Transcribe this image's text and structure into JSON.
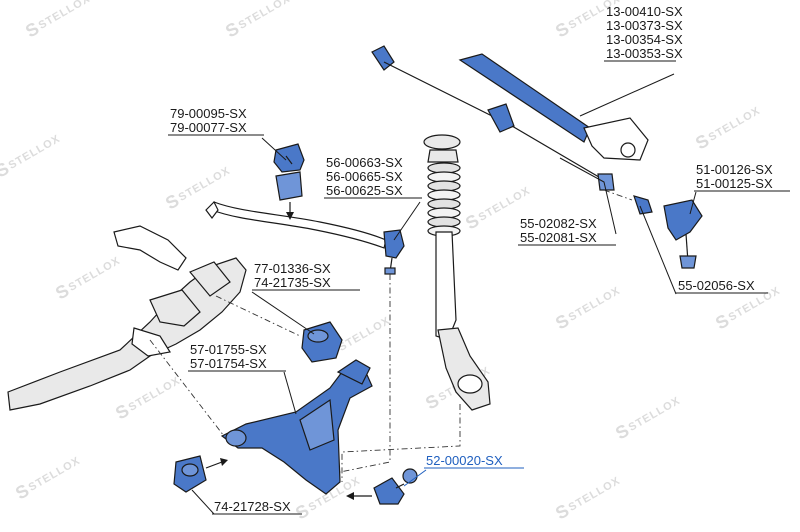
{
  "watermark": {
    "text": "STELLOX",
    "logo_letter": "S"
  },
  "callouts": [
    {
      "id": "tie-rod-end-right",
      "lines": [
        "13-00410-SX",
        "13-00373-SX",
        "13-00354-SX",
        "13-00353-SX"
      ]
    },
    {
      "id": "stabilizer-bushing",
      "lines": [
        "79-00095-SX",
        "79-00077-SX"
      ]
    },
    {
      "id": "stabilizer-link",
      "lines": [
        "56-00663-SX",
        "56-00665-SX",
        "56-00625-SX"
      ]
    },
    {
      "id": "tie-rod-end-outer",
      "lines": [
        "51-00126-SX",
        "51-00125-SX"
      ]
    },
    {
      "id": "steering-rod",
      "lines": [
        "55-02082-SX",
        "55-02081-SX"
      ]
    },
    {
      "id": "rear-arm-bushing",
      "lines": [
        "77-01336-SX",
        "74-21735-SX"
      ]
    },
    {
      "id": "inner-tie-rod",
      "lines": [
        "55-02056-SX"
      ]
    },
    {
      "id": "control-arm",
      "lines": [
        "57-01755-SX",
        "57-01754-SX"
      ]
    },
    {
      "id": "ball-joint",
      "lines": [
        "52-00020-SX"
      ],
      "highlight": true
    },
    {
      "id": "front-arm-bushing",
      "lines": [
        "74-21728-SX"
      ]
    }
  ],
  "colors": {
    "label": "#1a1a1a",
    "highlight_label": "#1f5fbf",
    "part_fill": "#4a78c8",
    "watermark": "#dcdcdc"
  }
}
